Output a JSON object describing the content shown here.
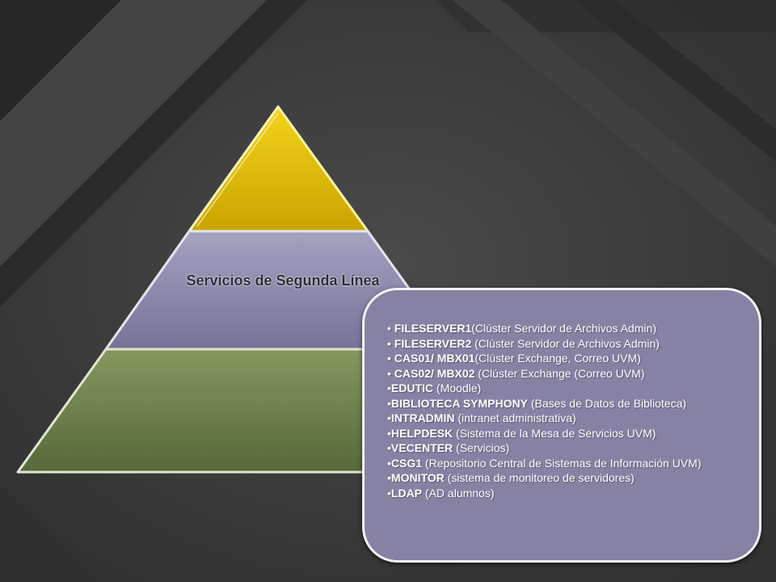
{
  "diagram": {
    "tiers": [
      {
        "label": "",
        "color": "#d9b400"
      },
      {
        "label": "Servicios de Segunda Línea",
        "color": "#8c89a8"
      },
      {
        "label": "",
        "color": "#6b7e48"
      }
    ]
  },
  "callout": {
    "items": [
      {
        "prefix": "• ",
        "name": "FILESERVER1",
        "desc": "(Clúster Servidor de Archivos Admin)"
      },
      {
        "prefix": "• ",
        "name": "FILESERVER2",
        "desc": " (Clúster Servidor de Archivos Admin)"
      },
      {
        "prefix": "• ",
        "name": "CAS01/ MBX01",
        "desc": "(Clúster Exchange, Correo UVM)"
      },
      {
        "prefix": "• ",
        "name": "CAS02/ MBX02",
        "desc": " (Clúster Exchange (Correo UVM)"
      },
      {
        "prefix": "•",
        "name": "EDUTIC",
        "desc": " (Moodle)"
      },
      {
        "prefix": "•",
        "name": "BIBLIOTECA SYMPHONY",
        "desc": " (Bases de Datos de Biblioteca)"
      },
      {
        "prefix": "•",
        "name": "INTRADMIN",
        "desc": " (intranet administrativa)"
      },
      {
        "prefix": "•",
        "name": "HELPDESK",
        "desc": " (Sistema de la Mesa de Servicios UVM)"
      },
      {
        "prefix": "•",
        "name": "VECENTER",
        "desc": " (Servicios)"
      },
      {
        "prefix": "•",
        "name": "CSG1",
        "desc": " (Repositorio Central de Sistemas de Información UVM)"
      },
      {
        "prefix": "•",
        "name": "MONITOR",
        "desc": " (sistema de monitoreo de servidores)"
      },
      {
        "prefix": "•",
        "name": "LDAP",
        "desc": " (AD alumnos)"
      }
    ]
  }
}
